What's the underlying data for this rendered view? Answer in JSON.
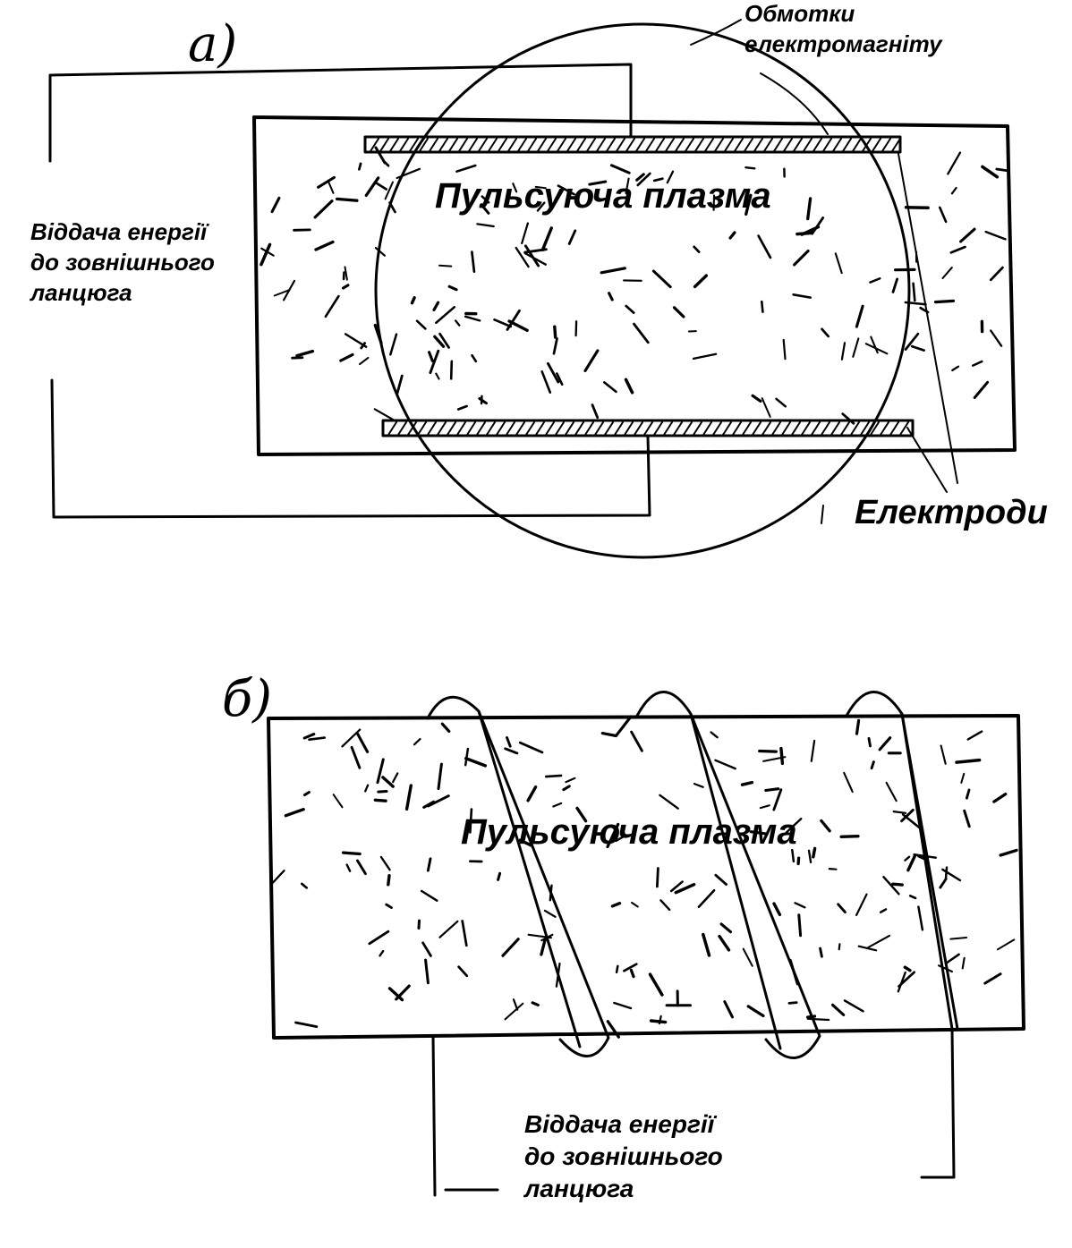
{
  "panel_a": {
    "letter": "а)",
    "label_winding_1": "Обмотки",
    "label_winding_2": "електромагніту",
    "label_plasma": "Пульсуюча плазма",
    "label_output_1": "Віддача енергії",
    "label_output_2": "до зовнішнього",
    "label_output_3": "ланцюга",
    "label_electrodes": "Електроди"
  },
  "panel_b": {
    "letter": "б)",
    "label_plasma": "Пульсуюча плазма",
    "label_output_1": "Віддача енергії",
    "label_output_2": "до зовнішнього",
    "label_output_3": "ланцюга"
  },
  "colors": {
    "ink": "#000000",
    "background": "#ffffff"
  }
}
